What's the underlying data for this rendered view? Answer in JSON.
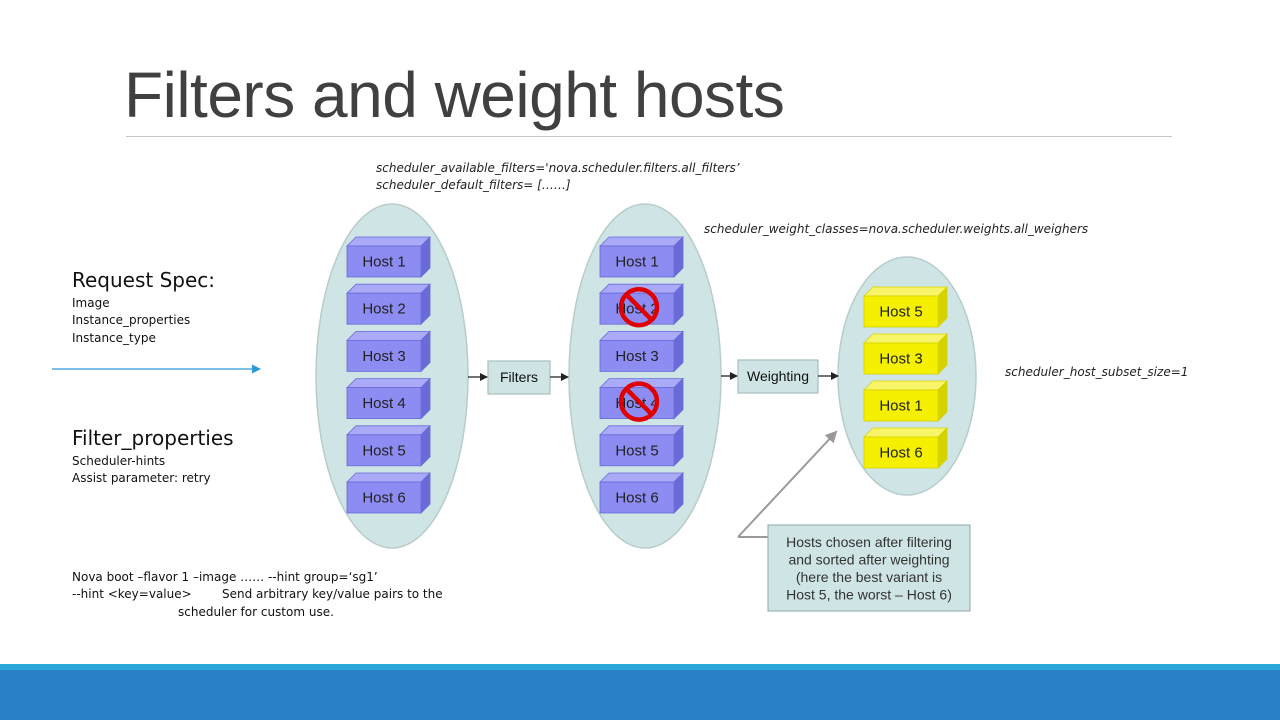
{
  "slide": {
    "title": "Filters and weight hosts"
  },
  "notes": {
    "available_filters": "scheduler_available_filters='nova.scheduler.filters.all_filters’",
    "default_filters": "scheduler_default_filters= [……]",
    "weight_classes": "scheduler_weight_classes=nova.scheduler.weights.all_weighers",
    "host_subset_size": "scheduler_host_subset_size=1"
  },
  "request_spec": {
    "heading": "Request Spec:",
    "items": [
      "Image",
      "Instance_properties",
      "Instance_type"
    ]
  },
  "filter_properties": {
    "heading": "Filter_properties",
    "items": [
      "Scheduler-hints",
      "Assist parameter: retry"
    ]
  },
  "command": {
    "line1": "Nova boot –flavor 1 –image …… --hint group=‘sg1’",
    "line2_flag": "--hint <key=value>",
    "line2_desc": "Send arbitrary key/value pairs to the",
    "line3": "scheduler for custom use."
  },
  "diagram": {
    "pool1_hosts": [
      "Host 1",
      "Host 2",
      "Host 3",
      "Host 4",
      "Host 5",
      "Host 6"
    ],
    "pool2_hosts": [
      "Host 1",
      "Host 2",
      "Host 3",
      "Host 4",
      "Host 5",
      "Host 6"
    ],
    "pool2_rejected": [
      "Host 2",
      "Host 4"
    ],
    "pool3_hosts": [
      "Host 5",
      "Host 3",
      "Host 1",
      "Host 6"
    ],
    "filters_label": "Filters",
    "weighting_label": "Weighting",
    "callout_lines": [
      "Hosts chosen after filtering",
      "and sorted after weighting",
      "(here the best variant is",
      "Host 5, the worst – Host 6)"
    ]
  },
  "colors": {
    "title": "#404040",
    "ellipse_fill": "#cfe4e4",
    "host_box": "#8c8cf2",
    "host_box_side": "#6a6ad8",
    "host_box_top": "#aaaaf8",
    "selected_box": "#f4f000",
    "selected_side": "#d6d200",
    "process_box": "#cfe4e4",
    "reject_sign": "#e00000",
    "footer_band": "#2a80c7",
    "footer_accent": "#2aa8d9",
    "arrow_blue": "#2a9ad8"
  }
}
